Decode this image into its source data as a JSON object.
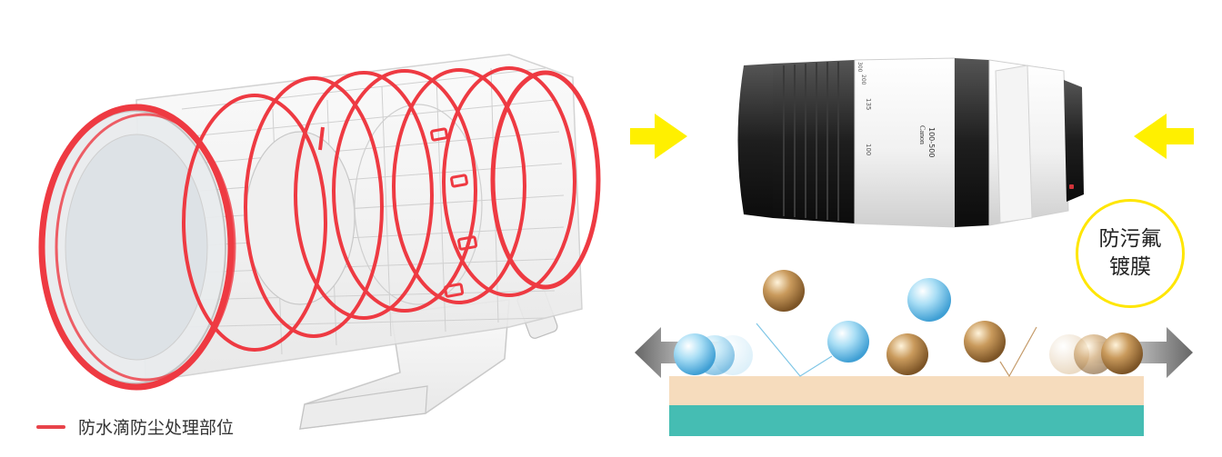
{
  "legend": {
    "label": "防水滴防尘处理部位",
    "swatch_color": "#e8434a"
  },
  "badge": {
    "line1": "防污氟",
    "line2": "镀膜",
    "border_color": "#ffe600"
  },
  "lens_markings": {
    "brand": "Canon",
    "model": "100-500",
    "focal_marks": [
      "100",
      "135",
      "200",
      "300"
    ]
  },
  "colors": {
    "seal_red": "#ee3a42",
    "arrow_yellow": "#fff000",
    "water_drop": "#8fd0ef",
    "oil_drop": "#b98a4e",
    "coating_layer": "#f6dcbd",
    "glass_layer": "#45bdb3"
  },
  "icons": [
    "yellow-arrow-right-icon",
    "yellow-arrow-left-icon",
    "grey-arrow-left-icon",
    "grey-arrow-right-icon"
  ]
}
